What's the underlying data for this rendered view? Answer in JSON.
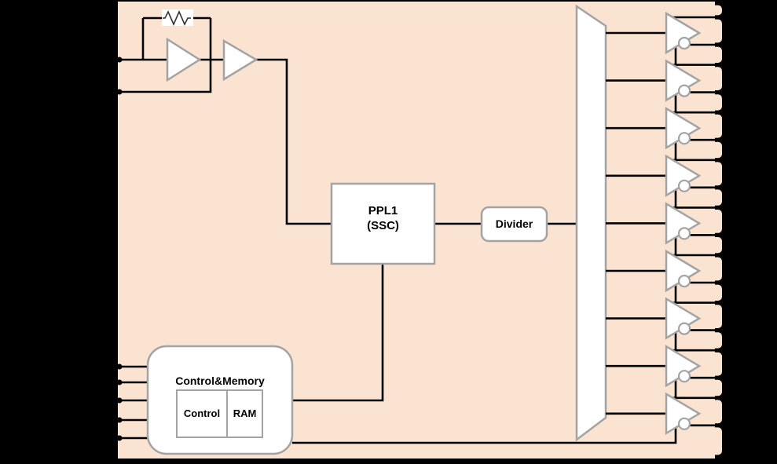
{
  "diagram": {
    "title": "clock-generator-block-diagram",
    "blocks": {
      "pll": {
        "line1": "PPL1",
        "line2": "(SSC)"
      },
      "divider": {
        "label": "Divider"
      },
      "control_memory": {
        "title": "Control&Memory",
        "control_label": "Control",
        "ram_label": "RAM"
      }
    },
    "icons": [
      "resistor-icon",
      "amplifier-icon",
      "buffer-icon",
      "fanout-mux-icon",
      "output-buffer-icon",
      "inverter-bubble-icon",
      "pin-pad-icon",
      "solder-dot-icon"
    ],
    "counts": {
      "output_buffers": 9,
      "output_pins": 18,
      "control_input_stubs": 5
    },
    "colors": {
      "background": "#000000",
      "chip_body": "#fbe3d2",
      "block_fill": "#ffffff",
      "block_border": "#a3a3a3",
      "wire": "#000000",
      "text": "#000000"
    }
  }
}
